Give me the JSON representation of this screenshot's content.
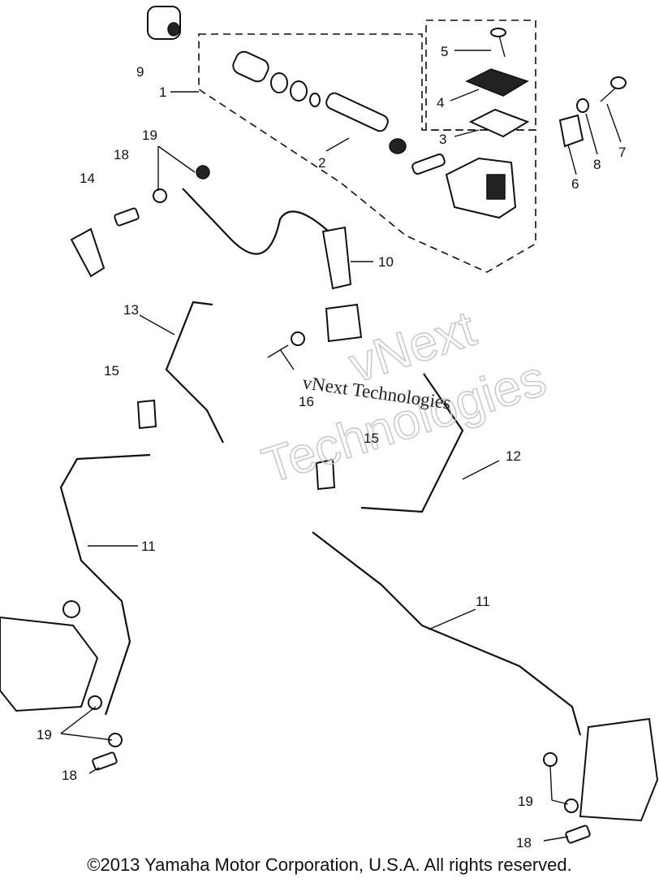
{
  "callouts": {
    "c1": "1",
    "c2": "2",
    "c3": "3",
    "c4": "4",
    "c5": "5",
    "c6": "6",
    "c7": "7",
    "c8": "8",
    "c9": "9",
    "c10": "10",
    "c11a": "11",
    "c11b": "11",
    "c12": "12",
    "c13": "13",
    "c14": "14",
    "c15a": "15",
    "c15b": "15",
    "c16": "16",
    "c18a": "18",
    "c18b": "18",
    "c18c": "18",
    "c19a": "19",
    "c19b": "19",
    "c19c": "19"
  },
  "watermark": {
    "line1": "vNext",
    "line2": "Technologies",
    "caption": "vNext Technologies"
  },
  "copyright": "©2013 Yamaha Motor Corporation, U.S.A. All rights reserved."
}
